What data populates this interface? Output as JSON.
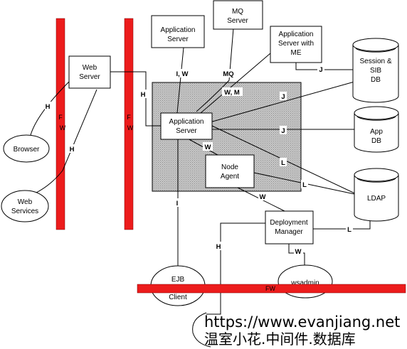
{
  "nodes": {
    "web_server": [
      "Web",
      "Server"
    ],
    "app_server_top": [
      "Application",
      "Server"
    ],
    "mq_server": [
      "MQ",
      "Server"
    ],
    "app_server_me": [
      "Application",
      "Server with",
      "ME"
    ],
    "app_server_main": [
      "Application",
      "Server"
    ],
    "node_agent": [
      "Node",
      "Agent"
    ],
    "deployment_manager": [
      "Deployment",
      "Manager"
    ],
    "browser": [
      "Browser"
    ],
    "web_services": [
      "Web",
      "Services"
    ],
    "ejb_client": [
      "EJB",
      "Client"
    ],
    "wsadmin": [
      "wsadmin"
    ]
  },
  "databases": {
    "session_sib_db": [
      "Session &",
      "SIB",
      "DB"
    ],
    "app_db": [
      "App",
      "DB"
    ],
    "ldap": [
      "LDAP"
    ]
  },
  "firewalls": [
    "F",
    "W"
  ],
  "firewall_bottom": "FW",
  "connections": {
    "H": "H",
    "I_W": "I, W",
    "MQ": "MQ",
    "W_M": "W, M",
    "J": "J",
    "W": "W",
    "L": "L",
    "I": "I"
  },
  "watermark": {
    "url": "https://www.evanjiang.net",
    "cn": "温室小花.中间件.数据库"
  }
}
